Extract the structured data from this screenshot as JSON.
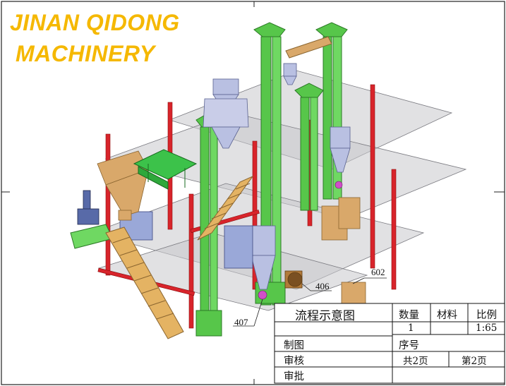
{
  "brand": {
    "line1": "JINAN QIDONG",
    "line2": "MACHINERY",
    "color": "#f5b800"
  },
  "callouts": {
    "label_602": "602",
    "label_406": "406",
    "label_407": "407"
  },
  "title_block": {
    "drawing_title": "流程示意图",
    "quantity_header": "数量",
    "material_header": "材料",
    "scale_header": "比例",
    "quantity_value": "1",
    "material_value": "",
    "scale_value": "1:65",
    "drawn_by_label": "制图",
    "serial_label": "序号",
    "reviewed_label": "审核",
    "total_pages": "共2页",
    "page_number": "第2页",
    "approved_label": "审批"
  },
  "colors": {
    "elevator_green": "#57c64a",
    "frame_red": "#d8242b",
    "ladder_orange": "#d9a04c",
    "hopper_tan": "#d9a86a",
    "floor_grey": "#c8c8cc",
    "machine_blue": "#9aa8d8"
  }
}
